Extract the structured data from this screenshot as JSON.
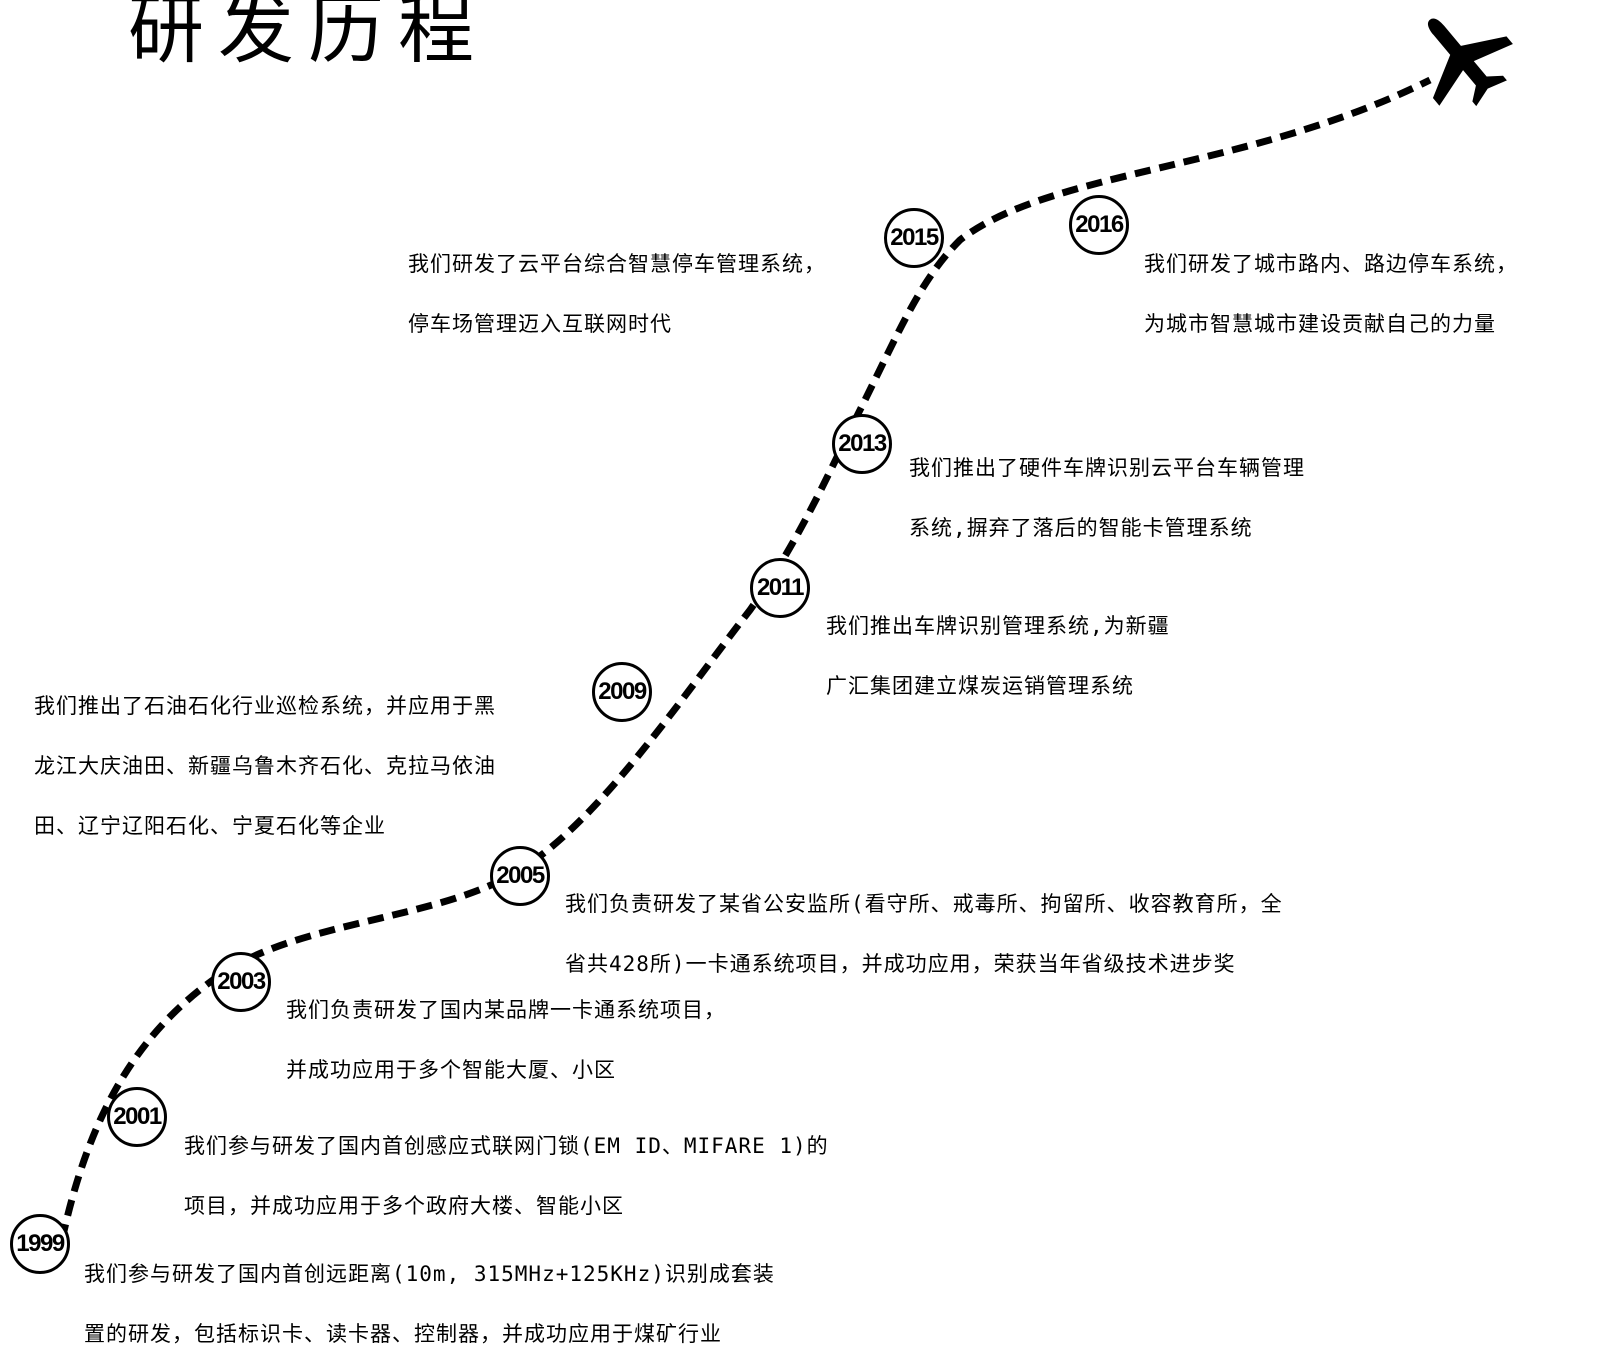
{
  "title": "研发历程",
  "milestones": [
    {
      "year": "1999",
      "lines": [
        "我们参与研发了国内首创远距离(10m, 315MHz+125KHz)识别成套装",
        "置的研发，包括标识卡、读卡器、控制器，并成功应用于煤矿行业"
      ]
    },
    {
      "year": "2001",
      "lines": [
        "我们参与研发了国内首创感应式联网门锁(EM ID、MIFARE 1)的",
        "项目，并成功应用于多个政府大楼、智能小区"
      ]
    },
    {
      "year": "2003",
      "lines": [
        "我们负责研发了国内某品牌一卡通系统项目，",
        "并成功应用于多个智能大厦、小区"
      ]
    },
    {
      "year": "2005",
      "lines": [
        "我们负责研发了某省公安监所(看守所、戒毒所、拘留所、收容教育所，全",
        "省共428所)一卡通系统项目，并成功应用，荣获当年省级技术进步奖"
      ]
    },
    {
      "year": "2009",
      "lines": [
        "我们推出了石油石化行业巡检系统，并应用于黑",
        "龙江大庆油田、新疆乌鲁木齐石化、克拉马依油",
        "田、辽宁辽阳石化、宁夏石化等企业"
      ]
    },
    {
      "year": "2011",
      "lines": [
        "我们推出车牌识别管理系统,为新疆",
        "广汇集团建立煤炭运销管理系统"
      ]
    },
    {
      "year": "2013",
      "lines": [
        "我们推出了硬件车牌识别云平台车辆管理",
        "系统,摒弃了落后的智能卡管理系统"
      ]
    },
    {
      "year": "2015",
      "lines": [
        "我们研发了云平台综合智慧停车管理系统，",
        "停车场管理迈入互联网时代"
      ]
    },
    {
      "year": "2016",
      "lines": [
        "我们研发了城市路内、路边停车系统，",
        "为城市智慧城市建设贡献自己的力量"
      ]
    }
  ],
  "icons": {
    "end": "airplane-icon"
  }
}
